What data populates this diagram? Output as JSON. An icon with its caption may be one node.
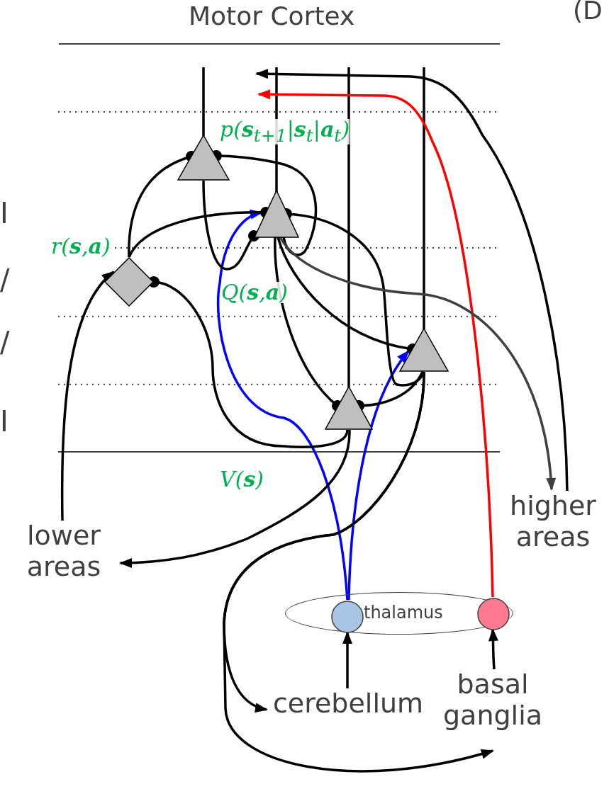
{
  "diagram": {
    "title": "Motor Cortex",
    "nodes": [
      {
        "text": [],
        "shape": "triangle",
        "beside": [
          "p(**s**$_{t+1}$|**s**$_{t}$|**a**$_{t}$)"
        ]
      },
      {
        "text": [],
        "shape": "triangle",
        "beside": [
          "Q(**s**,**a**)"
        ]
      },
      {
        "text": [],
        "shape": "diamond",
        "beside": [
          "r(**s**,**a**)"
        ]
      },
      {
        "text": [],
        "shape": "triangle"
      },
      {
        "text": [],
        "shape": "triangle",
        "beside": [
          "V(**s**)"
        ]
      },
      {
        "text": [
          "lower areas"
        ]
      },
      {
        "text": [
          "higher areas"
        ]
      },
      {
        "text": [
          "thalamus"
        ]
      },
      {
        "text": [],
        "shape": "circle",
        "in": 7
      },
      {
        "text": [],
        "shape": "circle",
        "in": 7
      },
      {
        "text": [
          "cerebellum"
        ]
      },
      {
        "text": [
          "basal ganglia"
        ]
      }
    ],
    "edges": [
      {
        "from": 6,
        "to": null,
        "arrow": "to"
      },
      {
        "from": 9,
        "to": null,
        "arrow": "to",
        "color": "#ff0000"
      },
      {
        "from": 8,
        "to": 1,
        "arrow": "to",
        "color": "#0000ff"
      },
      {
        "from": 8,
        "to": 3,
        "arrow": "to",
        "color": "#0000ff"
      },
      {
        "from": 5,
        "to": 2,
        "arrow": "to"
      },
      {
        "from": 2,
        "to": 0,
        "arrow": "other"
      },
      {
        "from": 2,
        "to": 1,
        "arrow": "other"
      },
      {
        "from": 4,
        "to": 2,
        "arrow": "other"
      },
      {
        "from": 1,
        "to": 0,
        "arrow": "other"
      },
      {
        "from": 0,
        "to": 1,
        "arrow": "other"
      },
      {
        "from": 3,
        "to": 1,
        "arrow": "other"
      },
      {
        "from": 1,
        "to": 3,
        "arrow": "other"
      },
      {
        "from": 1,
        "to": 4,
        "arrow": "other"
      },
      {
        "from": 1,
        "to": 6,
        "arrow": "to",
        "color": "#404040"
      },
      {
        "from": 3,
        "to": 4,
        "arrow": "other"
      },
      {
        "from": 4,
        "to": 5,
        "arrow": "to"
      },
      {
        "from": 3,
        "to": 10,
        "arrow": "to"
      },
      {
        "from": 3,
        "to": 11,
        "arrow": "to"
      },
      {
        "from": 10,
        "to": 8,
        "arrow": "to"
      },
      {
        "from": 11,
        "to": 9,
        "arrow": "to"
      }
    ],
    "labels": [
      "(D",
      "I",
      "/",
      "/",
      "I"
    ]
  }
}
